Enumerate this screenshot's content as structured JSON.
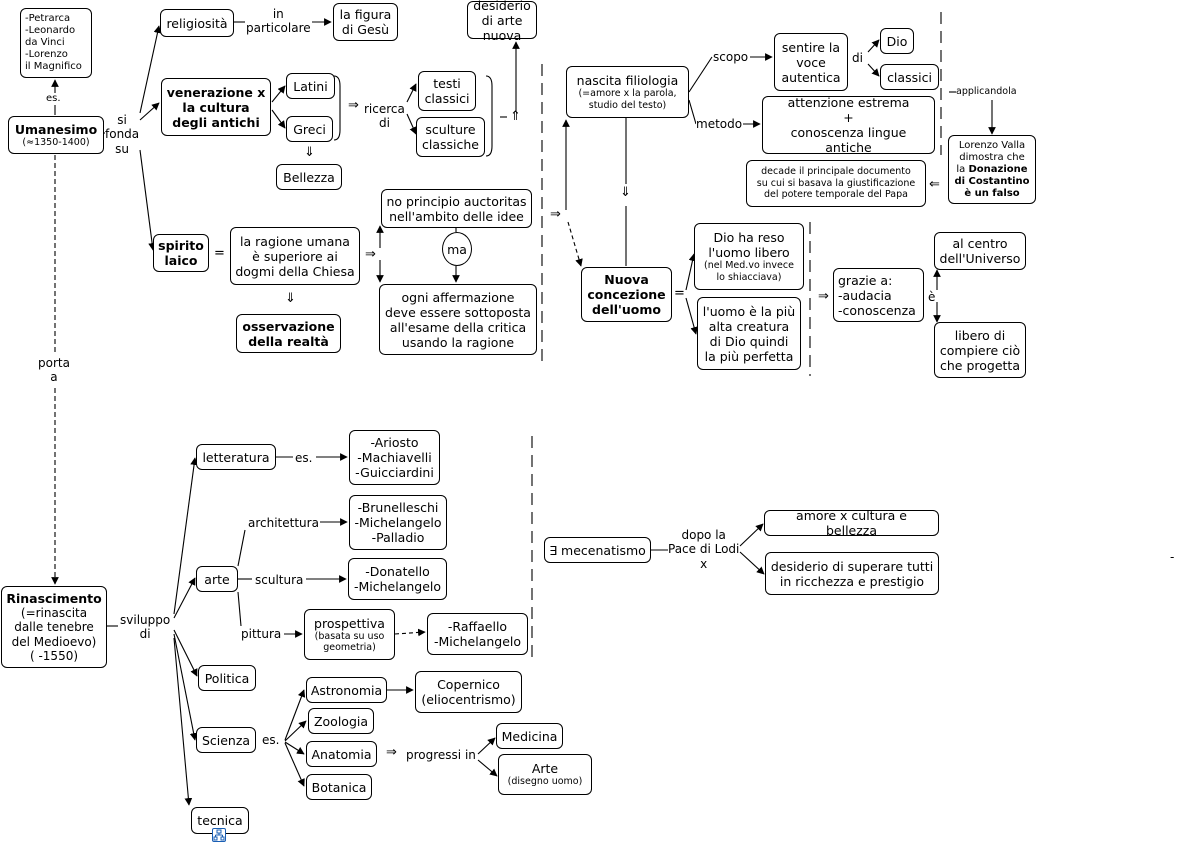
{
  "nodes": {
    "petrarca": "-Petrarca\n-Leonardo\n da Vinci\n-Lorenzo\n il Magnifico",
    "umanesimo_title": "Umanesimo",
    "umanesimo_dates": "(≈1350-1400)",
    "religiosita": "religiosità",
    "figura_gesu": "la figura\ndi Gesù",
    "desiderio_arte": "desiderio\ndi arte nuova",
    "venerazione": "venerazione x\nla cultura\ndegli antichi",
    "latini": "Latini",
    "greci": "Greci",
    "bellezza": "Bellezza",
    "testi_classici": "testi\nclassici",
    "sculture_classiche": "sculture\nclassiche",
    "spirito_laico": "spirito\nlaico",
    "ragione_umana": "la ragione umana\nè superiore ai\ndogmi della Chiesa",
    "osservazione": "osservazione\ndella realtà",
    "no_principio": "no principio auctoritas\nnell'ambito delle idee",
    "ma": "ma",
    "ogni_affermazione": "ogni affermazione\ndeve essere sottoposta\nall'esame della critica\nusando la ragione",
    "filiologia_title": "nascita filiologia",
    "filiologia_sub": "(=amore x la parola,\nstudio del testo)",
    "sentire_voce": "sentire la\nvoce\nautentica",
    "dio": "Dio",
    "classici": "classici",
    "attenzione": "attenzione estrema\n+\nconoscenza lingue antiche",
    "lorenzo_valla_1": "Lorenzo Valla\ndimostra che\nla ",
    "lorenzo_valla_2": "Donazione\ndi Costantino\nè un falso",
    "decade": "decade il principale documento\nsu cui si basava la giustificazione\ndel potere temporale del Papa",
    "nuova_concezione": "Nuova\nconcezione\ndell'uomo",
    "dio_reso_title": "Dio ha reso\nl'uomo libero",
    "dio_reso_sub": "(nel Med.vo invece\nlo shiacciava)",
    "uomo_creatura": "l'uomo è la più\nalta creatura\ndi Dio quindi\nla più perfetta",
    "grazie": "grazie a:\n-audacia\n-conoscenza",
    "centro_universo": "al centro\ndell'Universo",
    "libero_compiere": "libero di\ncompiere ciò\nche progetta",
    "rinascimento_title": "Rinascimento",
    "rinascimento_sub": "(=rinascita\ndalle tenebre\ndel Medioevo)\n(      -1550)",
    "letteratura": "letteratura",
    "ariosto": "-Ariosto\n-Machiavelli\n-Guicciardini",
    "arte": "arte",
    "brunelleschi": "-Brunelleschi\n-Michelangelo\n-Palladio",
    "donatello": "-Donatello\n-Michelangelo",
    "prospettiva_title": "prospettiva",
    "prospettiva_sub": "(basata su uso\ngeometria)",
    "raffaello": "-Raffaello\n-Michelangelo",
    "politica": "Politica",
    "scienza": "Scienza",
    "astronomia": "Astronomia",
    "copernico": "Copernico\n(eliocentrismo)",
    "zoologia": "Zoologia",
    "anatomia": "Anatomia",
    "botanica": "Botanica",
    "medicina": "Medicina",
    "arte_disegno_title": "Arte",
    "arte_disegno_sub": "(disegno uomo)",
    "tecnica": "tecnica",
    "mecenatismo": "∃ mecenatismo",
    "amore_cultura": "amore x cultura e bellezza",
    "desiderio_superare": "desiderio di superare tutti\nin ricchezza e prestigio"
  },
  "labels": {
    "es_petrarca": "es.",
    "si_fonda_su": "si\nfonda\nsu",
    "in_particolare": "in\nparticolare",
    "ricerca_di": "ricerca\ndi",
    "scopo": "scopo",
    "di": "di",
    "metodo": "metodo",
    "applicandola": "applicandola",
    "porta_a": "porta\na",
    "sviluppo_di": "sviluppo\ndi",
    "es_letteratura": "es.",
    "architettura": "architettura",
    "scultura": "scultura",
    "pittura": "pittura",
    "es_scienza": "es.",
    "progressi_in": "progressi in",
    "dopo_la_pace": "dopo la\nPace di Lodi\nx",
    "e_accent": "è",
    "dash_right": "-"
  },
  "symbols": {
    "implies": "⇒",
    "implies_down": "⇓",
    "implies_up": "⇑",
    "implies_left": "⇐",
    "equals": "="
  }
}
